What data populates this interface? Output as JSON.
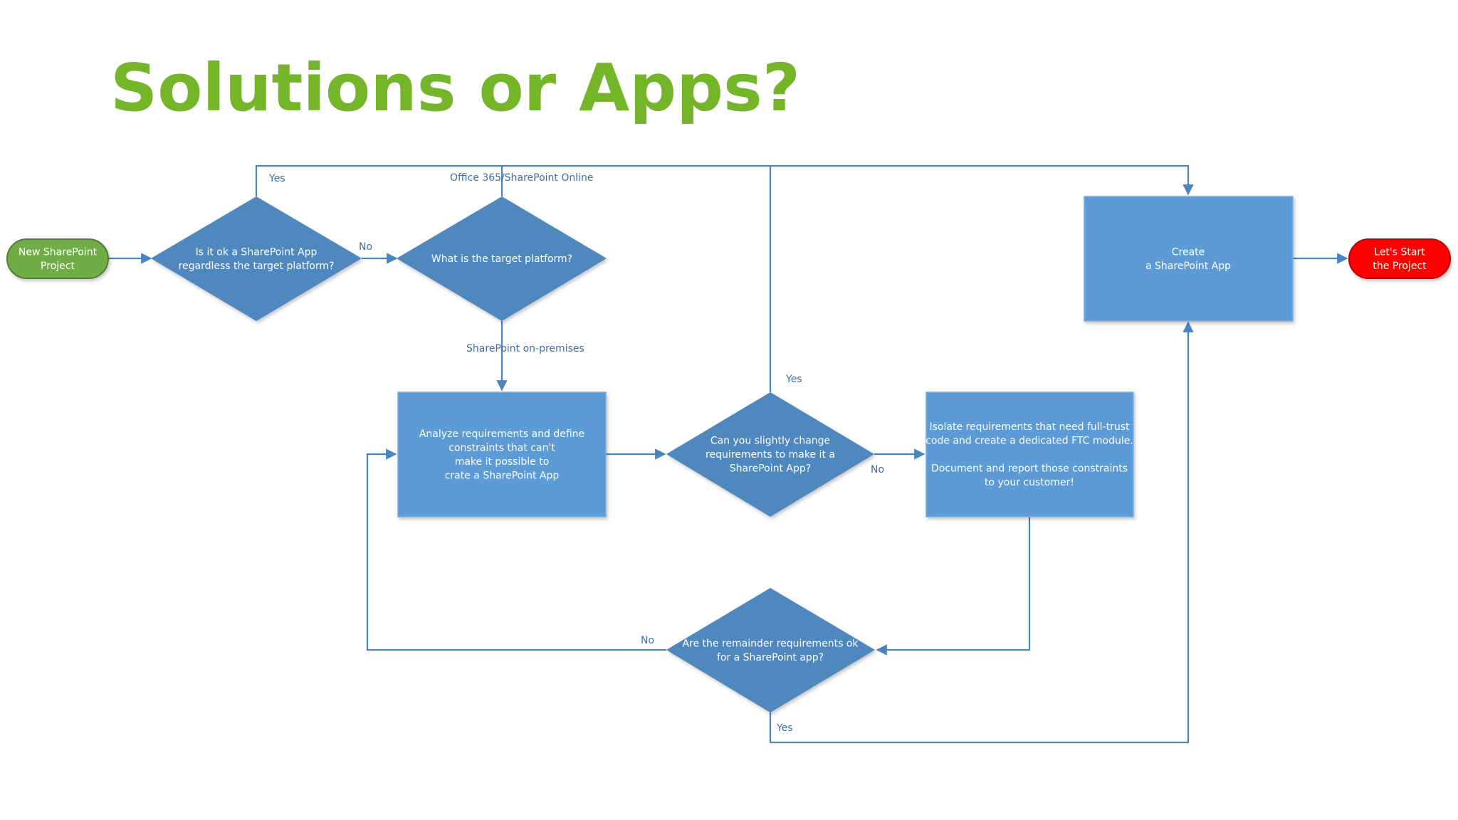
{
  "slide": {
    "title": "Solutions or Apps?"
  },
  "colors": {
    "title": "#74b52a",
    "decision_fill": "#4f87bf",
    "process_fill": "#5b9bd5",
    "process_stroke": "#7eaedd",
    "connector": "#4a84c2",
    "edge_label": "#3d6fa6",
    "start_fill": "#70ad47",
    "start_stroke": "#507e32",
    "end_fill": "#ff0000",
    "end_stroke": "#c00000",
    "node_text": "#ffffff"
  },
  "nodes": {
    "start": {
      "lines": [
        "New SharePoint",
        "Project"
      ]
    },
    "decision_app_ok": {
      "lines": [
        "Is it ok a SharePoint App",
        "regardless  the target platform?"
      ]
    },
    "decision_platform": {
      "lines": [
        "What is the target platform?"
      ]
    },
    "create_app": {
      "lines": [
        "Create",
        "a SharePoint App"
      ]
    },
    "end": {
      "lines": [
        "Let's Start",
        "the Project"
      ]
    },
    "analyze": {
      "lines": [
        "Analyze requirements and define",
        "constraints that can't",
        "make it possible to",
        "crate a SharePoint App"
      ]
    },
    "decision_change": {
      "lines": [
        "Can you slightly change",
        "requirements to make it a",
        "SharePoint App?"
      ]
    },
    "isolate": {
      "lines": [
        "Isolate requirements that need full-trust",
        "code and create a dedicated FTC module.",
        "",
        "Document and report those constraints",
        "to your customer!"
      ]
    },
    "decision_remainder": {
      "lines": [
        "Are the remainder requirements ok",
        "for a SharePoint app?"
      ]
    }
  },
  "edge_labels": {
    "app_ok_yes": "Yes",
    "app_ok_no": "No",
    "platform_online": "Office 365/SharePoint Online",
    "platform_onprem": "SharePoint on-premises",
    "change_yes": "Yes",
    "change_no": "No",
    "remainder_no": "No",
    "remainder_yes": "Yes"
  }
}
